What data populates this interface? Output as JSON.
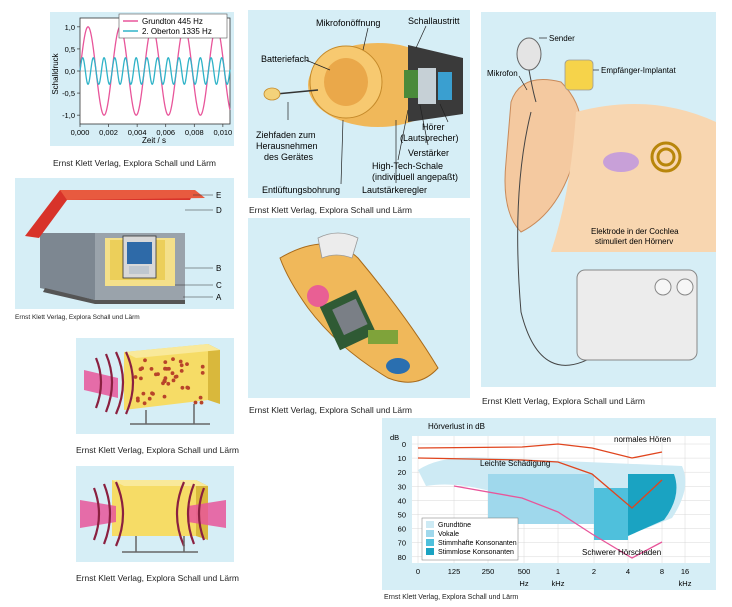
{
  "caption": "Ernst Klett Verlag, Explora Schall und Lärm",
  "caption_small": "Ernst Klett Verlag, Explora Schall und Lärm",
  "wave_chart": {
    "ylabel": "Schalldruck",
    "xlabel": "Zeit / s",
    "y_ticks": [
      "1,0",
      "0,5",
      "0,0",
      "-0,5",
      "-1,0"
    ],
    "x_ticks": [
      "0,000",
      "0,002",
      "0,004",
      "0,006",
      "0,008",
      "0,010"
    ],
    "legend": [
      "Grundton 445 Hz",
      "2. Oberton 1335 Hz"
    ],
    "colors": {
      "grundton": "#e8559a",
      "oberton": "#2fb3c8"
    }
  },
  "house": {
    "labels": [
      "E",
      "D",
      "B",
      "C",
      "A"
    ]
  },
  "hearing_aid": {
    "labels": {
      "mic": "Mikrofonöffnung",
      "out": "Schallaustritt",
      "battery": "Batteriefach",
      "pull1": "Ziehfaden zum",
      "pull2": "Herausnehmen",
      "pull3": "des Gerätes",
      "vent": "Entlüftungsbohrung",
      "receiver1": "Hörer",
      "receiver2": "(Lautsprecher)",
      "amp": "Verstärker",
      "shell1": "High-Tech-Schale",
      "shell2": "(individuell angepaßt)",
      "volume": "Lautstärkeregler"
    }
  },
  "implant": {
    "labels": {
      "sender": "Sender",
      "mic": "Mikrofon",
      "receiver": "Empfänger-Implantat",
      "electrode1": "Elektrode in der Cochlea",
      "electrode2": "stimuliert den Hörnerv"
    }
  },
  "audiogram": {
    "title": "Hörverlust in dB",
    "y_unit": "dB",
    "y_ticks": [
      "0",
      "10",
      "20",
      "30",
      "40",
      "50",
      "60",
      "70",
      "80"
    ],
    "x_ticks": [
      "0",
      "125",
      "250",
      "500",
      "1",
      "2",
      "4",
      "8",
      "16"
    ],
    "x_units": [
      "Hz",
      "kHz",
      "kHz"
    ],
    "annotations": {
      "normal": "normales Hören",
      "leicht": "Leichte Schädigung",
      "schwer": "Schwerer Hörschaden"
    },
    "legend": [
      "Grundtöne",
      "Vokale",
      "Stimmhafte Konsonanten",
      "Stimmlose Konsonanten"
    ],
    "colors": {
      "grundtoene": "#cdeaf4",
      "vokale": "#9fd8ec",
      "stimmhaft": "#4fc0dc",
      "stimmlos": "#1aa3c2",
      "lines": "#e0451e",
      "schwer": "#e8559a"
    }
  }
}
